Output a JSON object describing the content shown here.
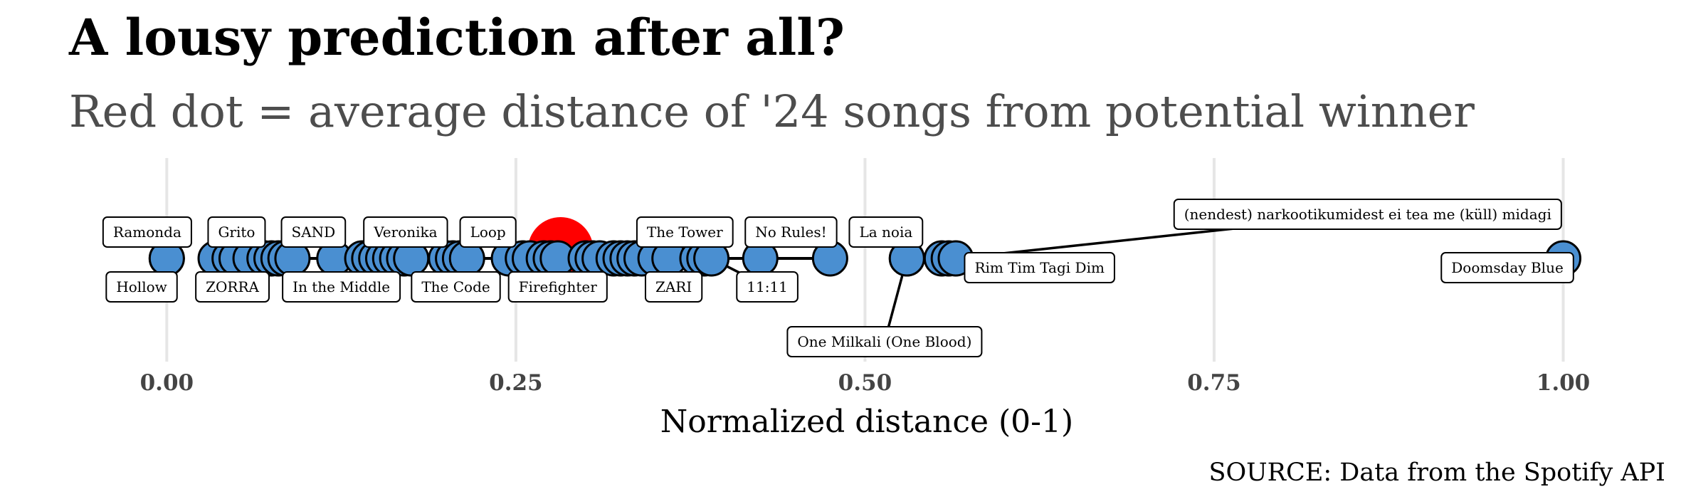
{
  "chart_data": {
    "type": "scatter",
    "title": "A lousy prediction after all?",
    "subtitle": "Red dot = average distance of '24 songs from potential winner",
    "xlabel": "Normalized distance (0-1)",
    "caption": "SOURCE: Data from the Spotify API",
    "xlim": [
      -0.07,
      1.04
    ],
    "xticks": [
      0,
      0.25,
      0.5,
      0.75,
      1
    ],
    "xtick_labels": [
      "0.00",
      "0.25",
      "0.50",
      "0.75",
      "1.00"
    ],
    "grid": true,
    "colors": {
      "point": "#4a8fd1",
      "average": "#ff0000",
      "outline": "#000000"
    },
    "average": 0.282,
    "points": [
      {
        "x": 0.0,
        "label": "Ramonda",
        "label_x": -0.014,
        "label_pos": "above"
      },
      {
        "x": 0.0,
        "label": "Hollow",
        "label_x": -0.018,
        "label_pos": "below"
      },
      {
        "x": 0.035
      },
      {
        "x": 0.045
      },
      {
        "x": 0.05,
        "label": "Grito",
        "label_x": 0.05,
        "label_pos": "above"
      },
      {
        "x": 0.06
      },
      {
        "x": 0.07
      },
      {
        "x": 0.075,
        "label": "ZORRA",
        "label_x": 0.047,
        "label_pos": "below"
      },
      {
        "x": 0.08
      },
      {
        "x": 0.085
      },
      {
        "x": 0.09,
        "label": "SAND",
        "label_x": 0.105,
        "label_pos": "above"
      },
      {
        "x": 0.12
      },
      {
        "x": 0.14
      },
      {
        "x": 0.145
      },
      {
        "x": 0.15
      },
      {
        "x": 0.155
      },
      {
        "x": 0.16,
        "label": "Veronika",
        "label_x": 0.171,
        "label_pos": "above"
      },
      {
        "x": 0.165
      },
      {
        "x": 0.17,
        "label": "In the Middle",
        "label_x": 0.125,
        "label_pos": "below"
      },
      {
        "x": 0.175
      },
      {
        "x": 0.2
      },
      {
        "x": 0.205
      },
      {
        "x": 0.21,
        "label": "Loop",
        "label_x": 0.23,
        "label_pos": "above"
      },
      {
        "x": 0.215,
        "label": "The Code",
        "label_x": 0.207,
        "label_pos": "below"
      },
      {
        "x": 0.245
      },
      {
        "x": 0.255
      },
      {
        "x": 0.26
      },
      {
        "x": 0.27
      },
      {
        "x": 0.275
      },
      {
        "x": 0.28,
        "label": "Firefighter",
        "label_x": 0.28,
        "label_pos": "below"
      },
      {
        "x": 0.3
      },
      {
        "x": 0.305
      },
      {
        "x": 0.31
      },
      {
        "x": 0.32
      },
      {
        "x": 0.325
      },
      {
        "x": 0.33
      },
      {
        "x": 0.335
      },
      {
        "x": 0.34
      },
      {
        "x": 0.35,
        "label": "The Tower",
        "label_x": 0.371,
        "label_pos": "above"
      },
      {
        "x": 0.36,
        "label": "ZARI",
        "label_x": 0.363,
        "label_pos": "below"
      },
      {
        "x": 0.38
      },
      {
        "x": 0.385
      },
      {
        "x": 0.39,
        "label": "11:11",
        "label_x": 0.43,
        "label_pos": "below"
      },
      {
        "x": 0.425,
        "label": "No Rules!",
        "label_x": 0.447,
        "label_pos": "above"
      },
      {
        "x": 0.475
      },
      {
        "x": 0.53,
        "label": "La noia",
        "label_x": 0.515,
        "label_pos": "above"
      },
      {
        "x": 0.53,
        "label": "One Milkali (One Blood)",
        "label_x": 0.514,
        "label_pos": "below-far"
      },
      {
        "x": 0.555
      },
      {
        "x": 0.56,
        "label": "Rim Tim Tagi Dim",
        "label_x": 0.625,
        "label_pos": "below-right"
      },
      {
        "x": 0.565,
        "label": "(nendest) narkootikumidest ei tea me (küll) midagi",
        "label_x": 0.86,
        "label_pos": "above-far"
      },
      {
        "x": 1.0,
        "label": "Doomsday Blue",
        "label_x": 0.96,
        "label_pos": "below-left"
      }
    ]
  }
}
